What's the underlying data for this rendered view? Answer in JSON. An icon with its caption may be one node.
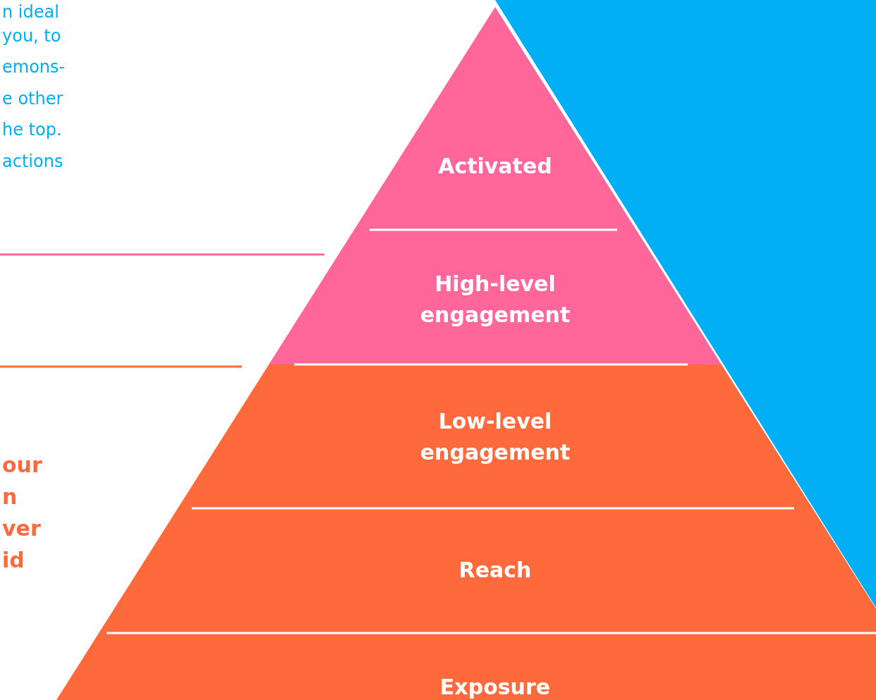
{
  "diagram": {
    "nodes": [
      {
        "text": [
          "Activated"
        ]
      },
      {
        "text": [
          "High-level engagement"
        ]
      },
      {
        "text": [
          "Low-level engagement"
        ]
      },
      {
        "text": [
          "Reach"
        ]
      },
      {
        "text": [
          "Exposure"
        ]
      }
    ],
    "labels": [
      "n ideal",
      "you, to",
      "emons-",
      "e other",
      "he top.",
      "actions",
      "our",
      "n",
      "ver",
      "id"
    ]
  }
}
